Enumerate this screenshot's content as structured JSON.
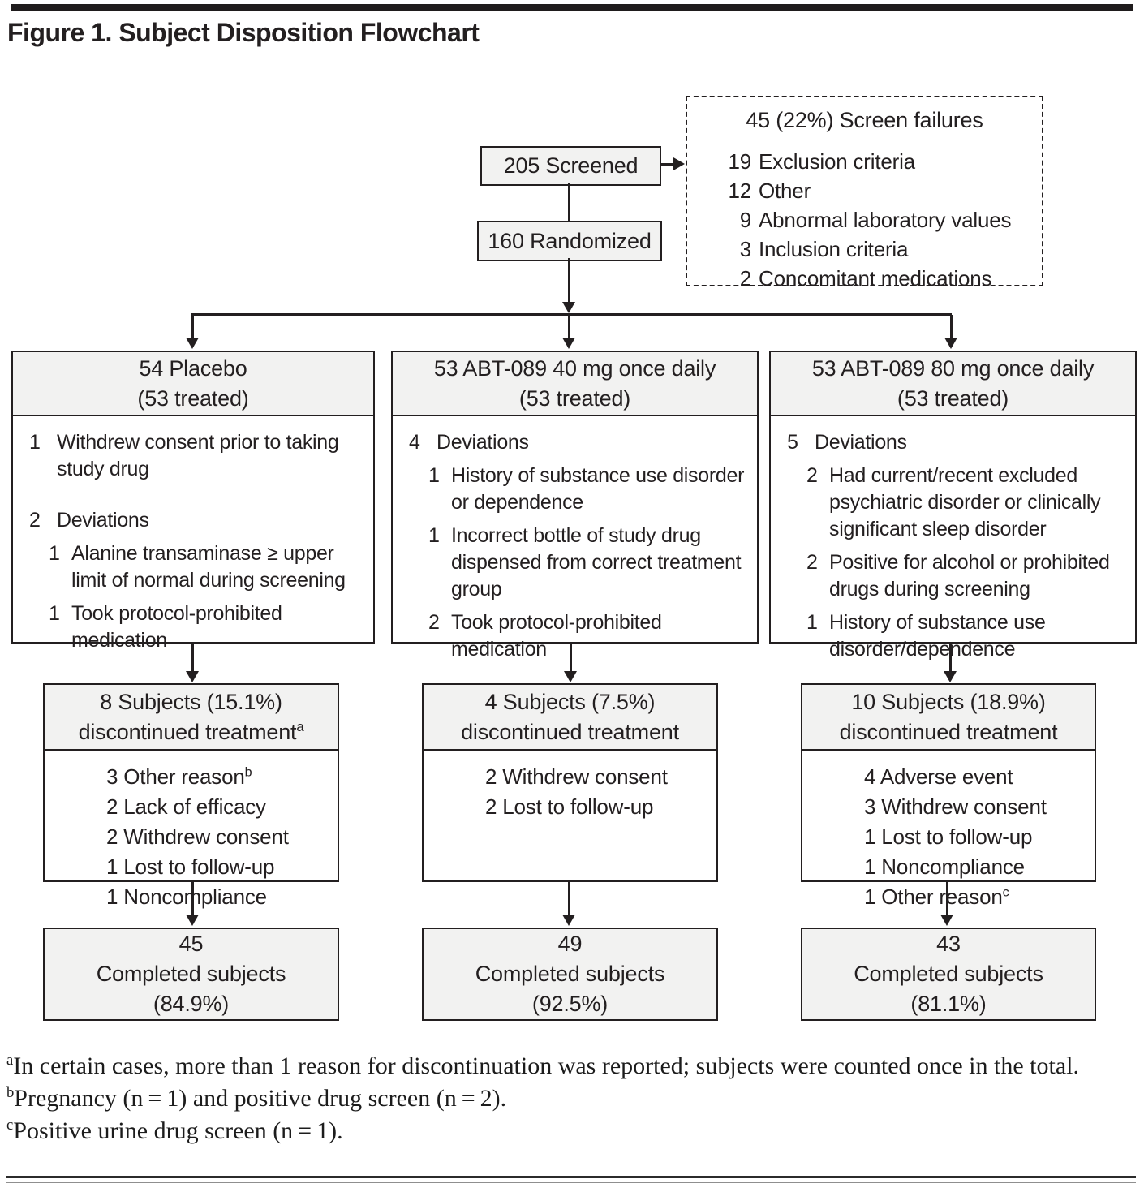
{
  "figure_title": "Figure 1. Subject Disposition Flowchart",
  "colors": {
    "box_fill": "#f2f2f1",
    "line": "#231f20",
    "text": "#231f20"
  },
  "flow": {
    "screened_label": "205 Screened",
    "randomized_label": "160 Randomized",
    "screen_failures": {
      "heading": "45 (22%) Screen failures",
      "items": [
        {
          "n": "19",
          "label": "Exclusion criteria"
        },
        {
          "n": "12",
          "label": "Other"
        },
        {
          "n": "9",
          "label": "Abnormal laboratory values"
        },
        {
          "n": "3",
          "label": "Inclusion criteria"
        },
        {
          "n": "2",
          "label": "Concomitant medications"
        }
      ]
    },
    "arms": [
      {
        "header": [
          "54 Placebo",
          "(53 treated)"
        ],
        "notes": [
          {
            "n": "1",
            "text": "Withdrew consent prior to taking study drug",
            "level": 1
          },
          {
            "n": "2",
            "text": "Deviations",
            "level": 1,
            "gap_before": true
          },
          {
            "n": "1",
            "text": "Alanine transaminase ≥ upper limit of normal during screening",
            "level": 2
          },
          {
            "n": "1",
            "text": "Took protocol-prohibited medication",
            "level": 2
          }
        ],
        "discontinued": {
          "line1": "8 Subjects (15.1%)",
          "line2": "discontinued treatment",
          "sup": "a",
          "reasons": [
            {
              "n": "3",
              "label": "Other reason",
              "sup": "b"
            },
            {
              "n": "2",
              "label": "Lack of efficacy"
            },
            {
              "n": "2",
              "label": "Withdrew consent"
            },
            {
              "n": "1",
              "label": "Lost to follow-up"
            },
            {
              "n": "1",
              "label": "Noncompliance"
            }
          ]
        },
        "completed": {
          "count": "45",
          "label": "Completed subjects",
          "pct": "(84.9%)"
        }
      },
      {
        "header": [
          "53 ABT-089 40 mg once daily",
          "(53 treated)"
        ],
        "notes": [
          {
            "n": "4",
            "text": "Deviations",
            "level": 1
          },
          {
            "n": "1",
            "text": "History of substance use disorder or dependence",
            "level": 2
          },
          {
            "n": "1",
            "text": "Incorrect bottle of study drug dispensed from correct treatment group",
            "level": 2
          },
          {
            "n": "2",
            "text": "Took protocol-prohibited medication",
            "level": 2
          }
        ],
        "discontinued": {
          "line1": "4 Subjects (7.5%)",
          "line2": "discontinued treatment",
          "reasons": [
            {
              "n": "2",
              "label": "Withdrew consent"
            },
            {
              "n": "2",
              "label": "Lost to follow-up"
            }
          ]
        },
        "completed": {
          "count": "49",
          "label": "Completed subjects",
          "pct": "(92.5%)"
        }
      },
      {
        "header": [
          "53 ABT-089 80 mg once daily",
          "(53 treated)"
        ],
        "notes": [
          {
            "n": "5",
            "text": "Deviations",
            "level": 1
          },
          {
            "n": "2",
            "text": "Had current/recent excluded psychiatric disorder or clinically significant sleep disorder",
            "level": 2
          },
          {
            "n": "2",
            "text": "Positive for alcohol or prohibited drugs during screening",
            "level": 2
          },
          {
            "n": "1",
            "text": "History of substance use disorder/dependence",
            "level": 2
          }
        ],
        "discontinued": {
          "line1": "10 Subjects (18.9%)",
          "line2": "discontinued treatment",
          "reasons": [
            {
              "n": "4",
              "label": "Adverse event"
            },
            {
              "n": "3",
              "label": "Withdrew consent"
            },
            {
              "n": "1",
              "label": "Lost to follow-up"
            },
            {
              "n": "1",
              "label": "Noncompliance"
            },
            {
              "n": "1",
              "label": "Other reason",
              "sup": "c"
            }
          ]
        },
        "completed": {
          "count": "43",
          "label": "Completed subjects",
          "pct": "(81.1%)"
        }
      }
    ]
  },
  "footnotes": [
    {
      "sup": "a",
      "text": "In certain cases, more than 1 reason for discontinuation was reported; subjects were counted once in the total."
    },
    {
      "sup": "b",
      "text": "Pregnancy (n = 1) and positive drug screen (n = 2)."
    },
    {
      "sup": "c",
      "text": "Positive urine drug screen (n = 1)."
    }
  ]
}
